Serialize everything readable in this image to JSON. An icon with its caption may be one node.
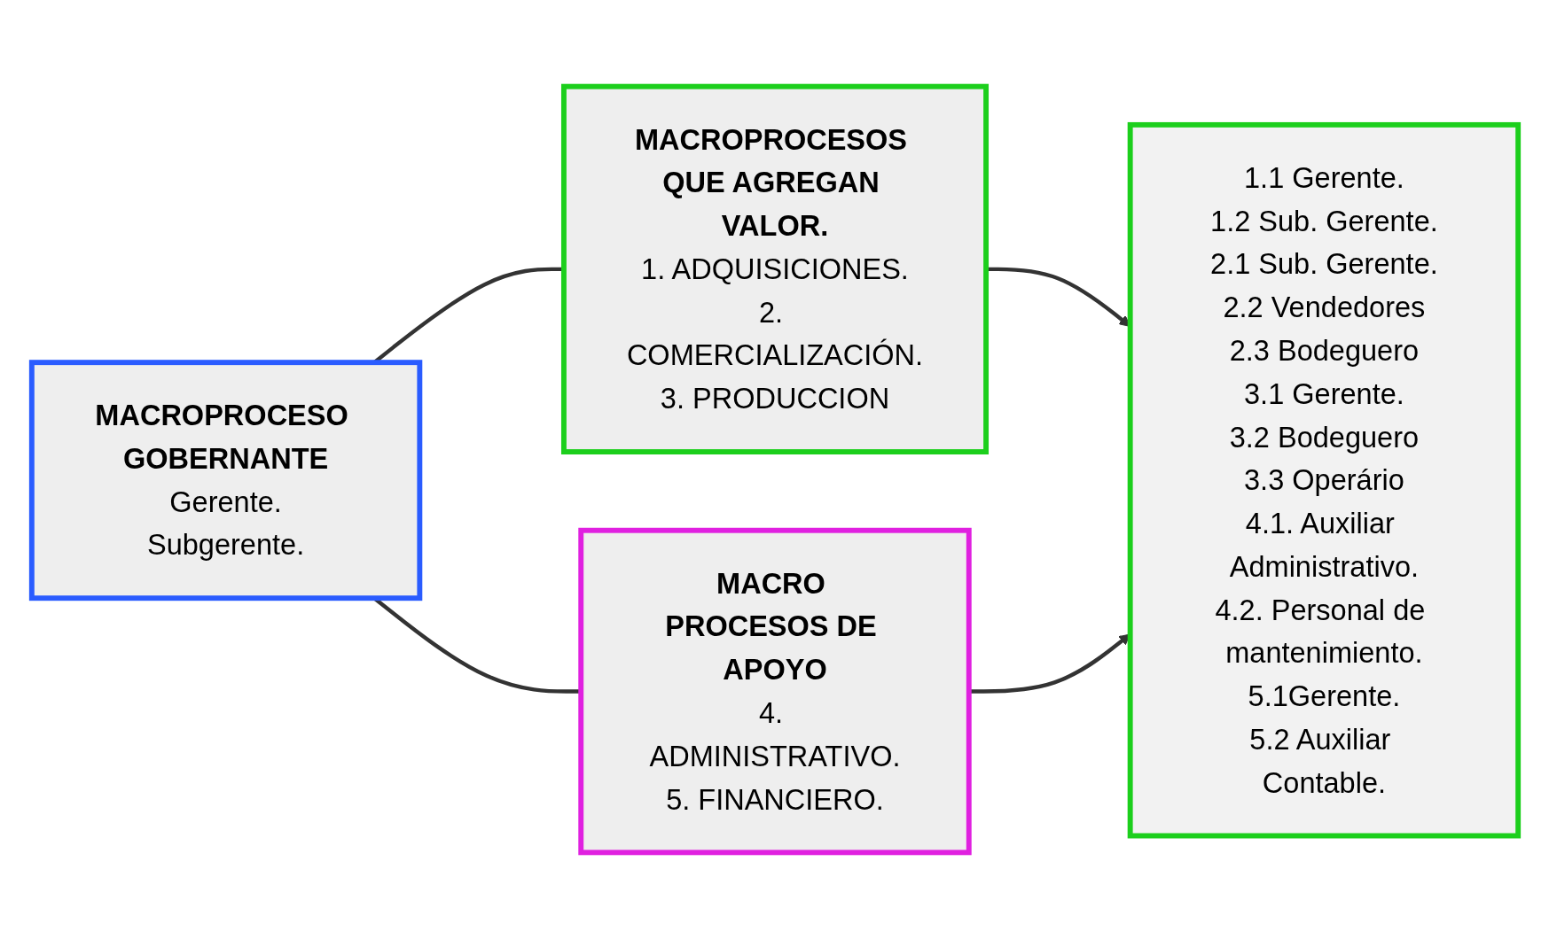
{
  "diagram": {
    "nodes": [
      {
        "text": [
          "MACROPROCESO GOBERNANTE",
          "Gerente.",
          "Subgerente."
        ]
      },
      {
        "text": [
          "MACROPROCESOS QUE AGREGAN VALOR.",
          "1. ADQUISICIONES.",
          "2. COMERCIALIZACIÓN.",
          "3. PRODUCCION"
        ]
      },
      {
        "text": [
          "MACRO PROCESOS DE APOYO",
          "4. ADMINISTRATIVO.",
          "5. FINANCIERO."
        ]
      },
      {
        "text": [
          "1.1 Gerente.",
          "1.2 Sub. Gerente.",
          "2.1 Sub. Gerente.",
          "2.2 Vendedores",
          "2.3 Bodeguero",
          "3.1 Gerente.",
          "3.2 Bodeguero",
          "3.3 Operário",
          "4.1. Auxiliar Administrativo.",
          "4.2. Personal de mantenimiento.",
          "5.1Gerente.",
          "5.2 Auxiliar Contable."
        ]
      }
    ],
    "edges": [
      {
        "from": 0,
        "to": 1,
        "arrow": "none"
      },
      {
        "from": 0,
        "to": 2,
        "arrow": "none"
      },
      {
        "from": 1,
        "to": 3,
        "arrow": "to"
      },
      {
        "from": 2,
        "to": 3,
        "arrow": "to"
      }
    ]
  }
}
